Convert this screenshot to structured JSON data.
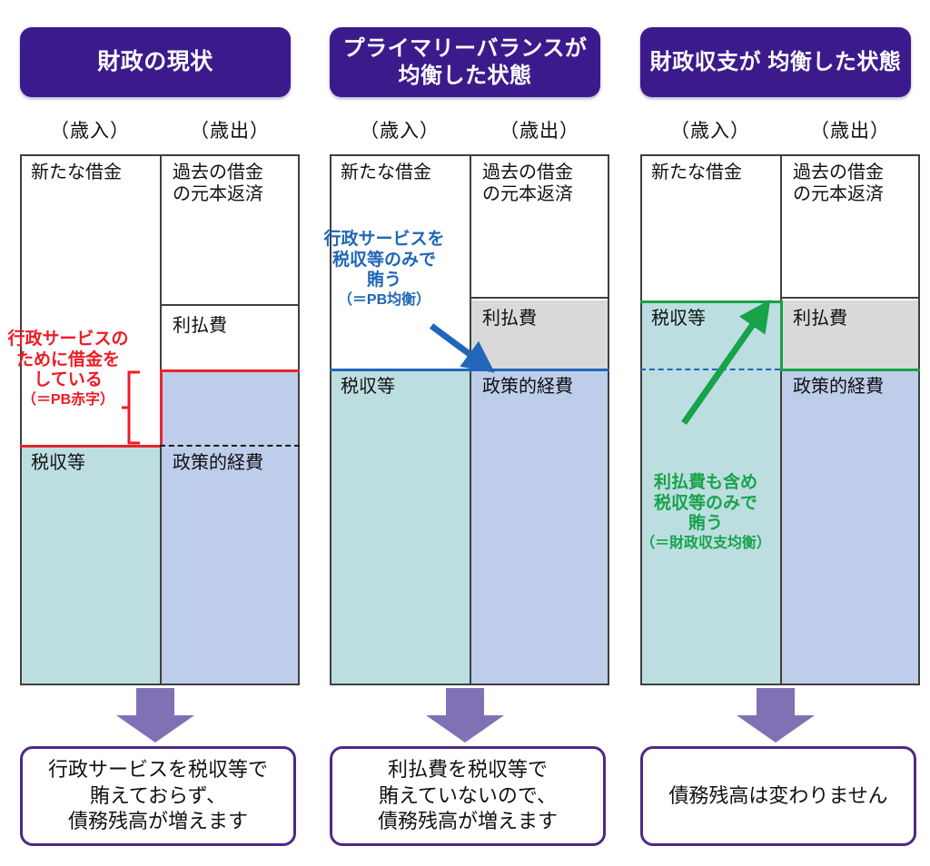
{
  "panels": [
    {
      "header": "財政の現状",
      "caption_in": "（歳入）",
      "caption_out": "（歳出）",
      "inflow": [
        {
          "label": "新たな借金",
          "fill": "white"
        },
        {
          "label": "税収等",
          "fill": "teal"
        }
      ],
      "outflow": [
        {
          "label": "過去の借金\nの元本返済",
          "fill": "white"
        },
        {
          "label": "利払費",
          "fill": "white"
        },
        {
          "label": "",
          "fill": "blue"
        },
        {
          "label": "政策的経費",
          "fill": "blue"
        }
      ],
      "annotation": {
        "text": "行政サービスの\nために借金を\nしている",
        "sub": "（＝PB赤字）",
        "color": "#ee1c25"
      },
      "conclusion": "行政サービスを税収等で\n賄えておらず、\n債務残高が増えます"
    },
    {
      "header": "プライマリーバランスが\n均衡した状態",
      "caption_in": "（歳入）",
      "caption_out": "（歳出）",
      "inflow": [
        {
          "label": "新たな借金",
          "fill": "white"
        },
        {
          "label": "税収等",
          "fill": "teal"
        }
      ],
      "outflow": [
        {
          "label": "過去の借金\nの元本返済",
          "fill": "white"
        },
        {
          "label": "利払費",
          "fill": "grey"
        },
        {
          "label": "政策的経費",
          "fill": "blue"
        }
      ],
      "annotation": {
        "text": "行政サービスを\n税収等のみで\n賄う",
        "sub": "（＝PB均衡）",
        "color": "#2166b8"
      },
      "conclusion": "利払費を税収等で\n賄えていないので、\n債務残高が増えます"
    },
    {
      "header": "財政収支が\n均衡した状態",
      "caption_in": "（歳入）",
      "caption_out": "（歳出）",
      "inflow": [
        {
          "label": "新たな借金",
          "fill": "white"
        },
        {
          "label": "税収等",
          "fill": "teal"
        }
      ],
      "outflow": [
        {
          "label": "過去の借金\nの元本返済",
          "fill": "white"
        },
        {
          "label": "利払費",
          "fill": "grey"
        },
        {
          "label": "政策的経費",
          "fill": "blue"
        }
      ],
      "annotation": {
        "text": "利払費も含め\n税収等のみで\n賄う",
        "sub": "（＝財政収支均衡）",
        "color": "#17a34a"
      },
      "conclusion": "債務残高は変わりません"
    }
  ],
  "colors": {
    "header_purple": "#3b1b8c",
    "teal": "#bcdee1",
    "blue": "#bdcdea",
    "grey": "#d9d9d9",
    "red_accent": "#ee1c25",
    "blue_accent": "#2166b8",
    "green_accent": "#17a34a",
    "arrow_purple": "#8071b5",
    "conclusion_border": "#4c2a86"
  }
}
